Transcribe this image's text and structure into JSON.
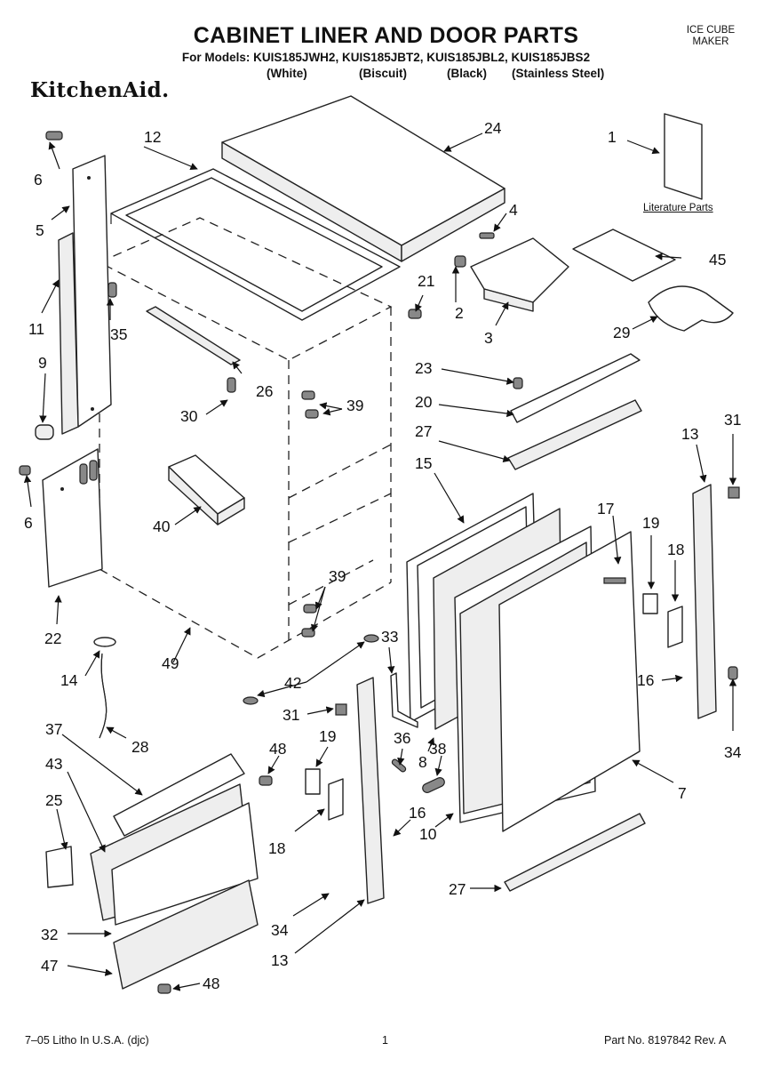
{
  "header": {
    "title": "CABINET LINER AND DOOR PARTS",
    "models": "For Models: KUIS185JWH2, KUIS185JBT2, KUIS185JBL2, KUIS185JBS2",
    "color_white": "(White)",
    "color_biscuit": "(Biscuit)",
    "color_black": "(Black)",
    "color_stainless": "(Stainless Steel)",
    "corner_line1": "ICE CUBE",
    "corner_line2": "MAKER",
    "brand": "KitchenAid."
  },
  "literature_label": "Literature Parts",
  "callouts": {
    "c1": "1",
    "c2": "2",
    "c3": "3",
    "c4": "4",
    "c5": "5",
    "c6a": "6",
    "c6b": "6",
    "c7": "7",
    "c8": "8",
    "c9": "9",
    "c10": "10",
    "c11": "11",
    "c12": "12",
    "c13a": "13",
    "c13b": "13",
    "c14": "14",
    "c15": "15",
    "c16a": "16",
    "c16b": "16",
    "c17": "17",
    "c18a": "18",
    "c18b": "18",
    "c19a": "19",
    "c19b": "19",
    "c20": "20",
    "c21": "21",
    "c22": "22",
    "c23": "23",
    "c24": "24",
    "c25": "25",
    "c26": "26",
    "c27a": "27",
    "c27b": "27",
    "c28": "28",
    "c29": "29",
    "c30": "30",
    "c31a": "31",
    "c31b": "31",
    "c32": "32",
    "c33": "33",
    "c34a": "34",
    "c34b": "34",
    "c35": "35",
    "c36": "36",
    "c37": "37",
    "c38": "38",
    "c39a": "39",
    "c39b": "39",
    "c40": "40",
    "c42": "42",
    "c43": "43",
    "c45": "45",
    "c47": "47",
    "c48a": "48",
    "c48b": "48",
    "c49": "49"
  },
  "footer": {
    "left": "7–05 Litho In U.S.A. (djc)",
    "page": "1",
    "part_no": "Part No. 8197842 Rev. A"
  }
}
